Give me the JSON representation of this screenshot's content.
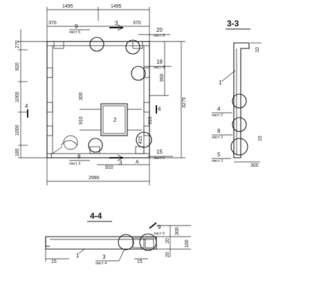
{
  "plan": {
    "dims_top": [
      "1495",
      "1495"
    ],
    "dims_top_inner": [
      "370",
      "370"
    ],
    "dims_left": [
      "270",
      "820",
      "1000",
      "1000",
      "185"
    ],
    "dims_right": [
      "950",
      "3275"
    ],
    "dims_inner_v": [
      "300",
      "910",
      "415",
      "910"
    ],
    "dims_bottom": [
      "910",
      "A",
      "2990"
    ],
    "section_marks": [
      "3",
      "3",
      "4",
      "4"
    ],
    "callouts": [
      {
        "num": "9",
        "sheet": "лист 5"
      },
      {
        "num": "20",
        "sheet": "лист 5"
      },
      {
        "num": "18",
        "sheet": "лист 6"
      },
      {
        "num": "8",
        "sheet": "лист 3"
      },
      {
        "num": "15",
        "sheet": "лист 6"
      }
    ],
    "labels": [
      "1",
      "2"
    ]
  },
  "section33": {
    "title": "3-3",
    "dims": [
      "10",
      "15",
      "300"
    ],
    "callouts": [
      {
        "num": "4",
        "sheet": "лист 2"
      },
      {
        "num": "8",
        "sheet": "лист 2"
      },
      {
        "num": "5",
        "sheet": "лист 2"
      }
    ],
    "label": "1"
  },
  "section44": {
    "title": "4-4",
    "dims": [
      "15",
      "15",
      "20",
      "20",
      "300",
      "100"
    ],
    "callouts": [
      {
        "num": "3",
        "sheet": "лист 4"
      },
      {
        "num": "9",
        "sheet": "лист 5"
      }
    ],
    "label": "1"
  }
}
